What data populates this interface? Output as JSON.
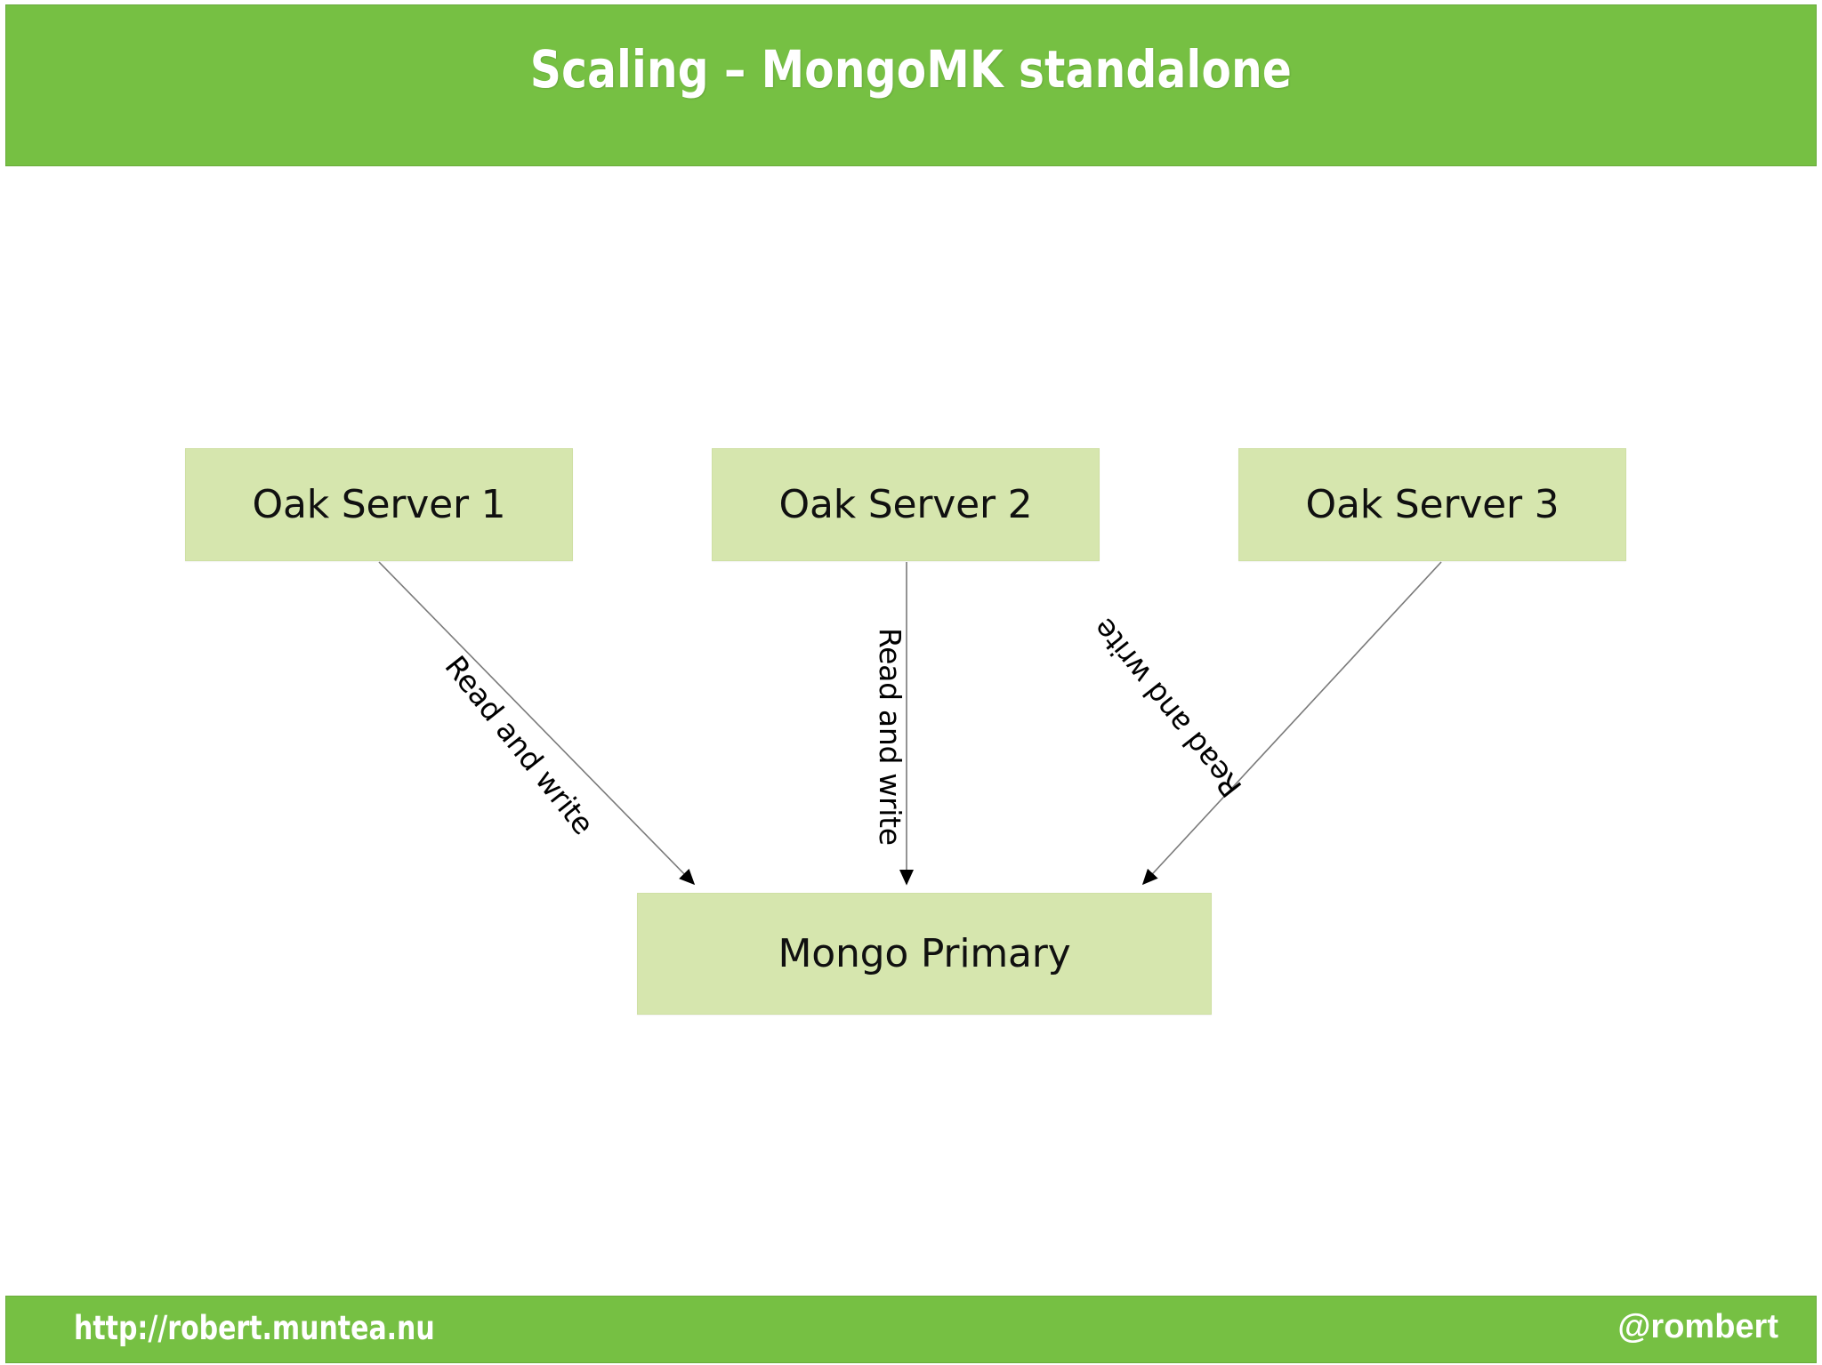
{
  "slide": {
    "title": "Scaling – MongoMK standalone",
    "header_color": "#76c043",
    "footer_color": "#76c043",
    "box_fill_color": "#d6e6ae",
    "background_color": "#ffffff"
  },
  "footer": {
    "url": "http://robert.muntea.nu",
    "handle": "@rombert"
  },
  "diagram": {
    "nodes": [
      {
        "id": "oak1",
        "label": "Oak Server 1"
      },
      {
        "id": "oak2",
        "label": "Oak Server 2"
      },
      {
        "id": "oak3",
        "label": "Oak Server 3"
      },
      {
        "id": "mongo",
        "label": "Mongo Primary"
      }
    ],
    "edges": [
      {
        "id": "edge1",
        "from": "oak1",
        "to": "mongo",
        "label": "Read and write"
      },
      {
        "id": "edge2",
        "from": "oak2",
        "to": "mongo",
        "label": "Read and write"
      },
      {
        "id": "edge3",
        "from": "oak3",
        "to": "mongo",
        "label": "Read and write"
      }
    ]
  }
}
